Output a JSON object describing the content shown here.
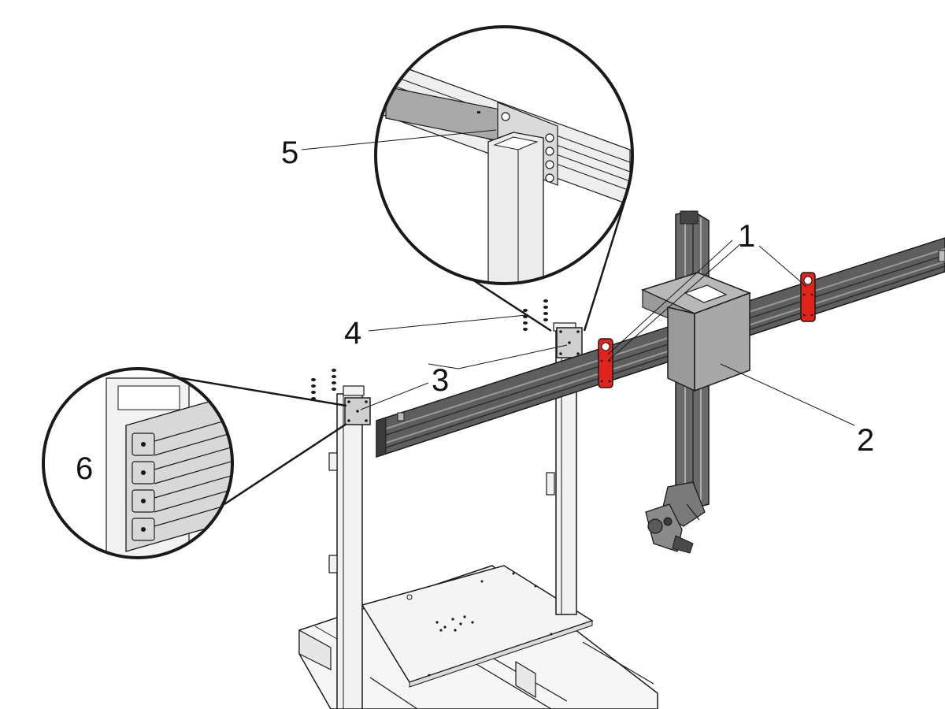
{
  "callouts": [
    {
      "id": "1",
      "text": "1"
    },
    {
      "id": "2",
      "text": "2"
    },
    {
      "id": "3",
      "text": "3"
    },
    {
      "id": "4",
      "text": "4"
    },
    {
      "id": "5",
      "text": "5"
    },
    {
      "id": "6",
      "text": "6"
    }
  ],
  "colors": {
    "line": "#1a1a1a",
    "rail": "#5e5e5e",
    "rail_dark": "#3a3a3a",
    "plate": "#c8c8c8",
    "carriage": "#a8a8a8",
    "carriage_dark": "#8a8a8a",
    "bracket_red": "#e0231b",
    "frame": "#f2f2f2"
  }
}
